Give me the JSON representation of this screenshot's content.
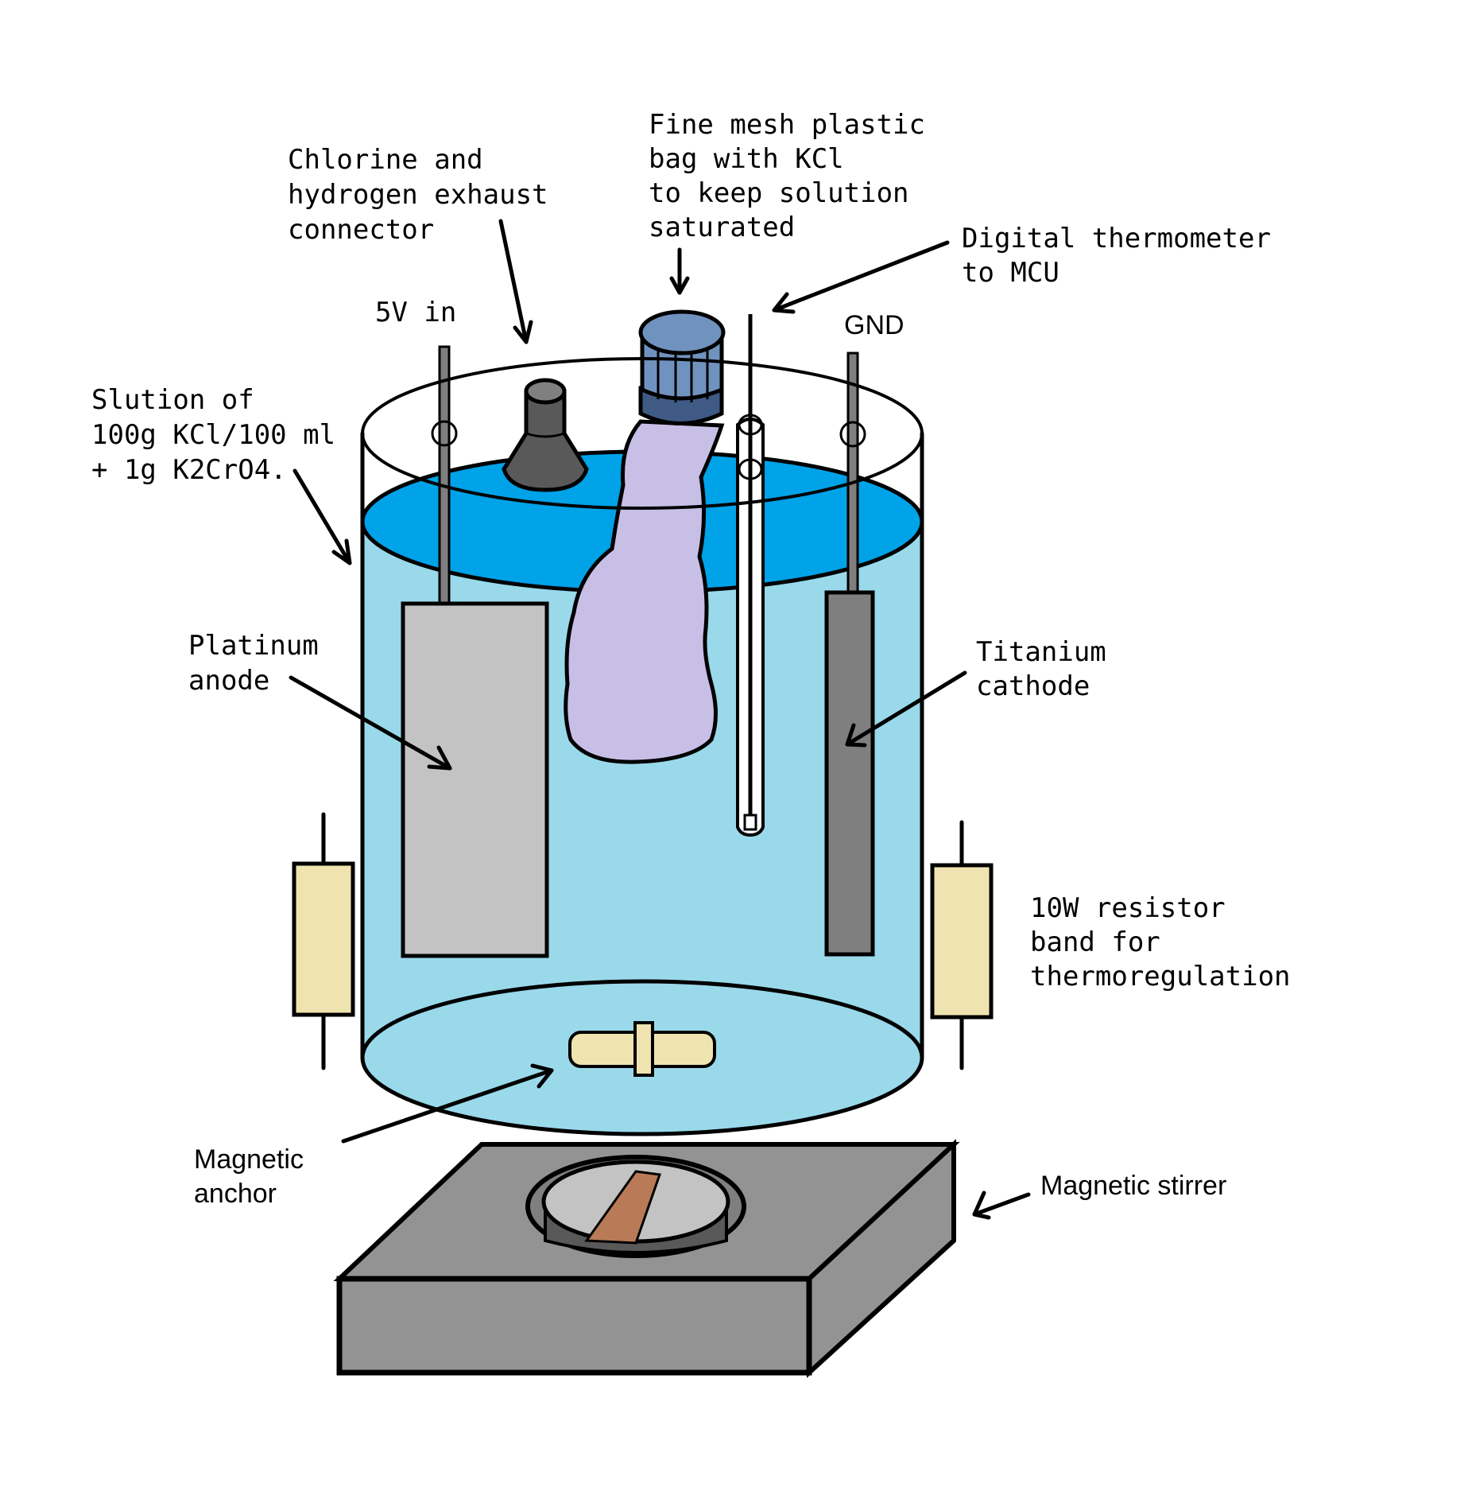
{
  "diagram": {
    "title": "Electrolytic cell for chlorate production",
    "colors": {
      "solution_side": "#99d9ea",
      "solution_surface": "#00a2e8",
      "anode": "#c3c3c3",
      "cathode": "#7f7f7f",
      "rod": "#7f7f7f",
      "bag": "#c8bfe7",
      "cap": "#7092be",
      "cap_ring": "#3f5a85",
      "exhaust": "#595959",
      "exhaust_top": "#808080",
      "resistor": "#efe4b0",
      "stirrer": "#939393",
      "stirrer_well": "#7f7f7f",
      "stirrer_platter": "#c3c3c3",
      "stirrer_magnet": "#b97a57"
    },
    "labels": {
      "exhaust": [
        "Chlorine and",
        "hydrogen exhaust",
        "connector"
      ],
      "bag": [
        "Fine mesh plastic",
        "bag with KCl",
        "to keep solution",
        "saturated"
      ],
      "thermometer": [
        "Digital thermometer",
        "to MCU"
      ],
      "power_in": "5V in",
      "ground": "GND",
      "solution": [
        "Slution of",
        "100g KCl/100 ml",
        "+ 1g K2CrO4."
      ],
      "anode": [
        "Platinum",
        "anode"
      ],
      "cathode": [
        "Titanium",
        "cathode"
      ],
      "resistor": [
        "10W resistor",
        "band for",
        "thermoregulation"
      ],
      "anchor": [
        "Magnetic",
        "anchor"
      ],
      "stirrer": "Magnetic stirrer"
    },
    "icons": {
      "exhaust": "exhaust-connector-icon",
      "bag": "mesh-bag-icon",
      "thermometer": "thermometer-icon",
      "anode": "anode-plate-icon",
      "cathode": "cathode-plate-icon",
      "resistor": "resistor-icon",
      "anchor": "stir-bar-icon",
      "stirrer": "magnetic-stirrer-icon"
    }
  }
}
